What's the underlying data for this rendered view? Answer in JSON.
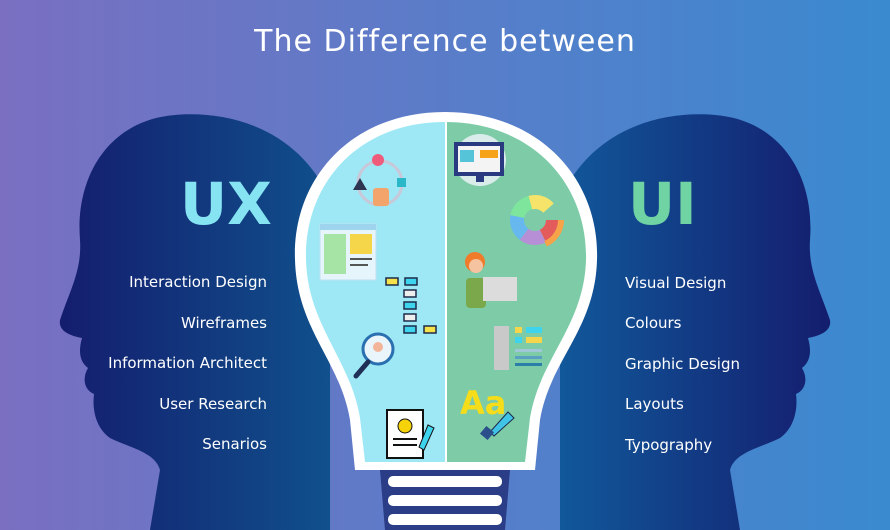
{
  "title": "The Difference between",
  "ux": {
    "heading": "UX",
    "color": "#86e4f2",
    "items": [
      "Interaction Design",
      "Wireframes",
      "Information Architect",
      "User Research",
      "Senarios"
    ]
  },
  "ui": {
    "heading": "UI",
    "color": "#6fd3a3",
    "items": [
      "Visual Design",
      "Colours",
      "Graphic Design",
      "Layouts",
      "Typography"
    ]
  },
  "typography_icon_text": "Aa"
}
